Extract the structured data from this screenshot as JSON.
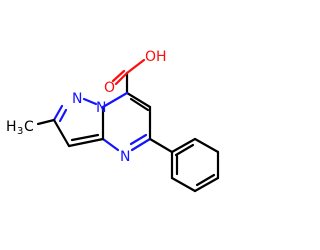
{
  "molecule": {
    "atoms": {
      "oh": {
        "text": "OH",
        "color": "#ff0d0d"
      },
      "o": {
        "text": "O",
        "color": "#ff0d0d"
      },
      "n1": {
        "text": "N",
        "color": "#1414ff"
      },
      "n2": {
        "text": "N",
        "color": "#1414ff"
      },
      "n3": {
        "text": "N",
        "color": "#1414ff"
      },
      "methyl_h": {
        "text": "H",
        "color": "#000000"
      },
      "methyl_sub": {
        "text": "3",
        "color": "#000000"
      },
      "methyl_c": {
        "text": "C",
        "color": "#000000"
      }
    },
    "colors": {
      "carbon": "#000000",
      "nitrogen": "#1414ff",
      "oxygen": "#ff0d0d"
    }
  }
}
